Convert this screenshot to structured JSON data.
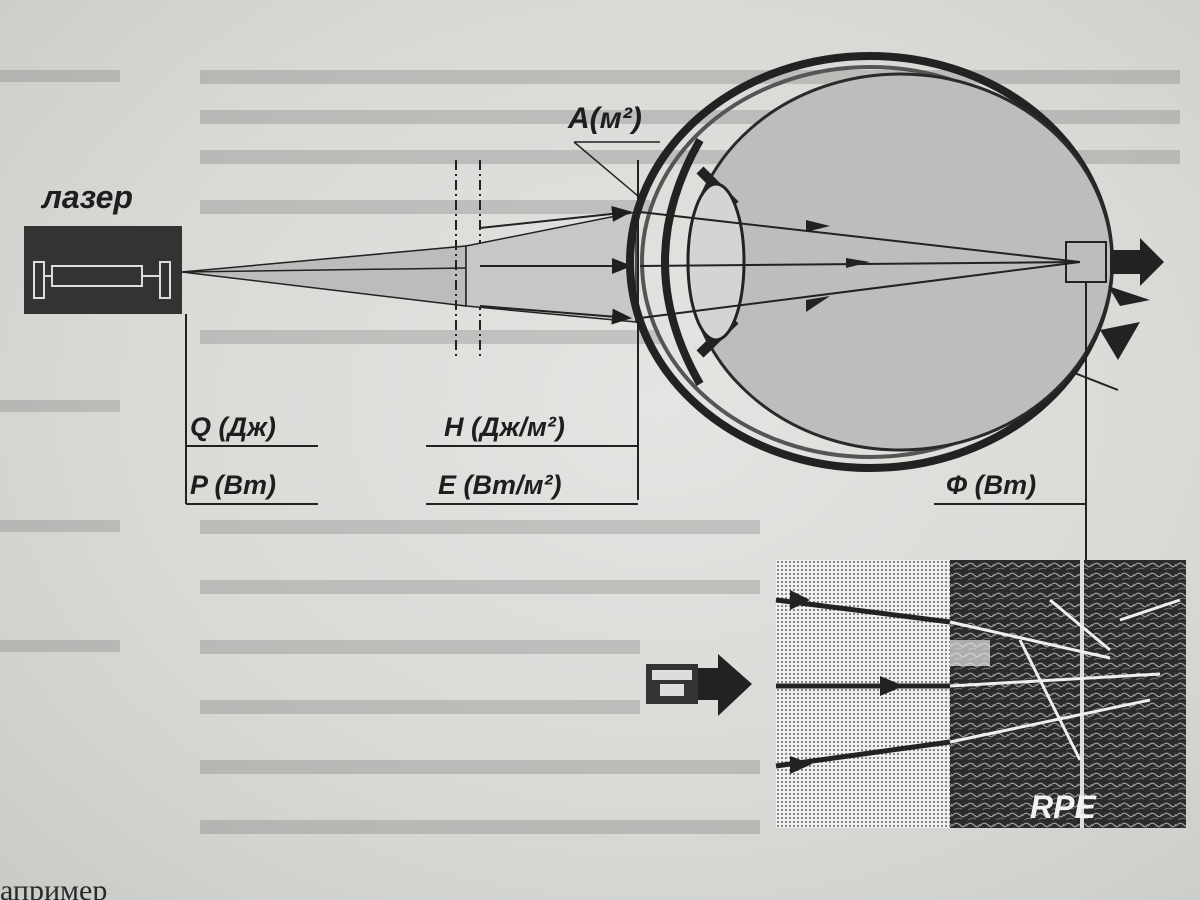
{
  "diagram": {
    "laser_label": "лазер",
    "area_label": "A(м²)",
    "energy_label": "Q (Дж)",
    "power_label": "P (Вт)",
    "exposure_label": "H (Дж/м²)",
    "irradiance_label": "E (Вт/м²)",
    "flux_label": "Ф (Вт)",
    "retina_label": "RPE"
  },
  "page": {
    "footer_text": "апример"
  },
  "colors": {
    "ink": "#1e1e1e",
    "laser_box": "#333333",
    "eye_fill": "#bdbdbd",
    "beam": "#bcbcbc",
    "paper": "#dcddd9"
  }
}
